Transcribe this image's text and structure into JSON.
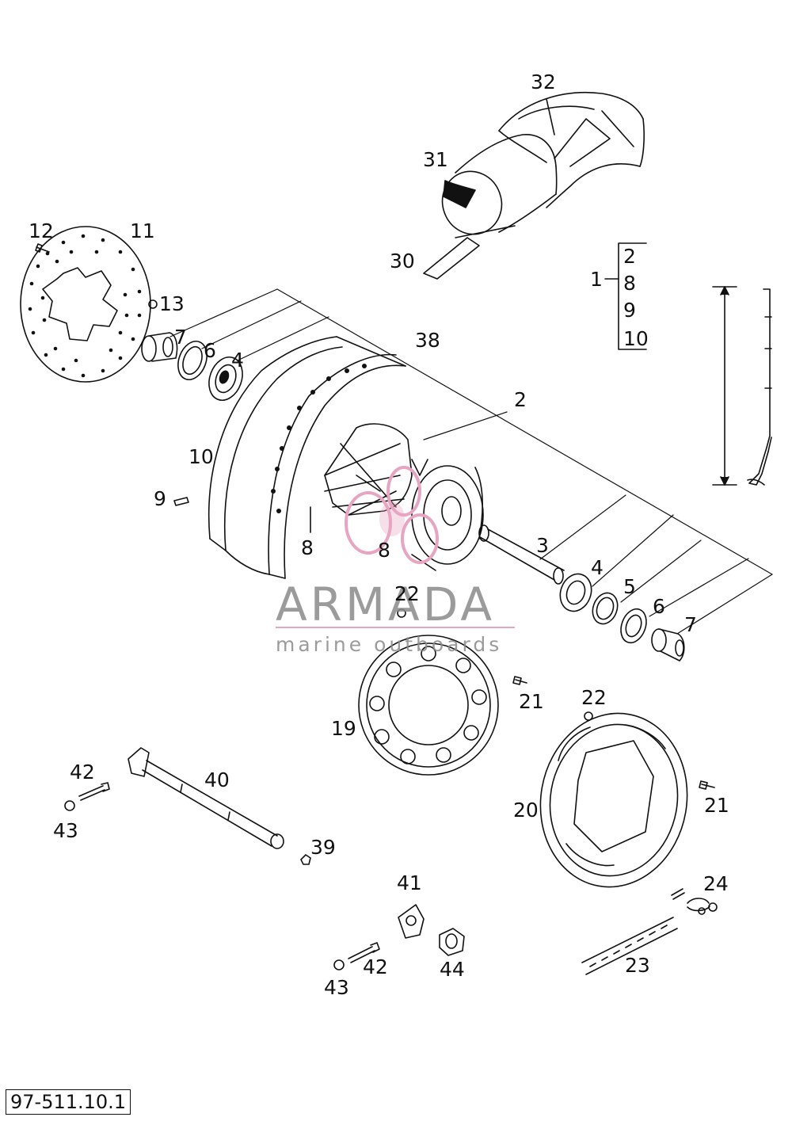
{
  "diagram": {
    "reference_code": "97-511.10.1",
    "watermark": {
      "brand": "ARMADA",
      "tagline": "marine outboards"
    },
    "kit": {
      "number": "1",
      "members": [
        "2",
        "8",
        "9",
        "10"
      ]
    },
    "part_labels": [
      {
        "id": "p32",
        "text": "32"
      },
      {
        "id": "p31",
        "text": "31"
      },
      {
        "id": "p30",
        "text": "30"
      },
      {
        "id": "p12",
        "text": "12"
      },
      {
        "id": "p11",
        "text": "11"
      },
      {
        "id": "p13",
        "text": "13"
      },
      {
        "id": "p7a",
        "text": "7"
      },
      {
        "id": "p6a",
        "text": "6"
      },
      {
        "id": "p4a",
        "text": "4"
      },
      {
        "id": "p38",
        "text": "38"
      },
      {
        "id": "p2",
        "text": "2"
      },
      {
        "id": "p10",
        "text": "10"
      },
      {
        "id": "p9",
        "text": "9"
      },
      {
        "id": "p8a",
        "text": "8"
      },
      {
        "id": "p8b",
        "text": "8"
      },
      {
        "id": "p3",
        "text": "3"
      },
      {
        "id": "p4b",
        "text": "4"
      },
      {
        "id": "p5",
        "text": "5"
      },
      {
        "id": "p6b",
        "text": "6"
      },
      {
        "id": "p7b",
        "text": "7"
      },
      {
        "id": "p22a",
        "text": "22"
      },
      {
        "id": "p21a",
        "text": "21"
      },
      {
        "id": "p22b",
        "text": "22"
      },
      {
        "id": "p19",
        "text": "19"
      },
      {
        "id": "p42a",
        "text": "42"
      },
      {
        "id": "p40",
        "text": "40"
      },
      {
        "id": "p43a",
        "text": "43"
      },
      {
        "id": "p20",
        "text": "20"
      },
      {
        "id": "p21b",
        "text": "21"
      },
      {
        "id": "p39",
        "text": "39"
      },
      {
        "id": "p41",
        "text": "41"
      },
      {
        "id": "p24",
        "text": "24"
      },
      {
        "id": "p42b",
        "text": "42"
      },
      {
        "id": "p43b",
        "text": "43"
      },
      {
        "id": "p44",
        "text": "44"
      },
      {
        "id": "p23",
        "text": "23"
      }
    ]
  }
}
